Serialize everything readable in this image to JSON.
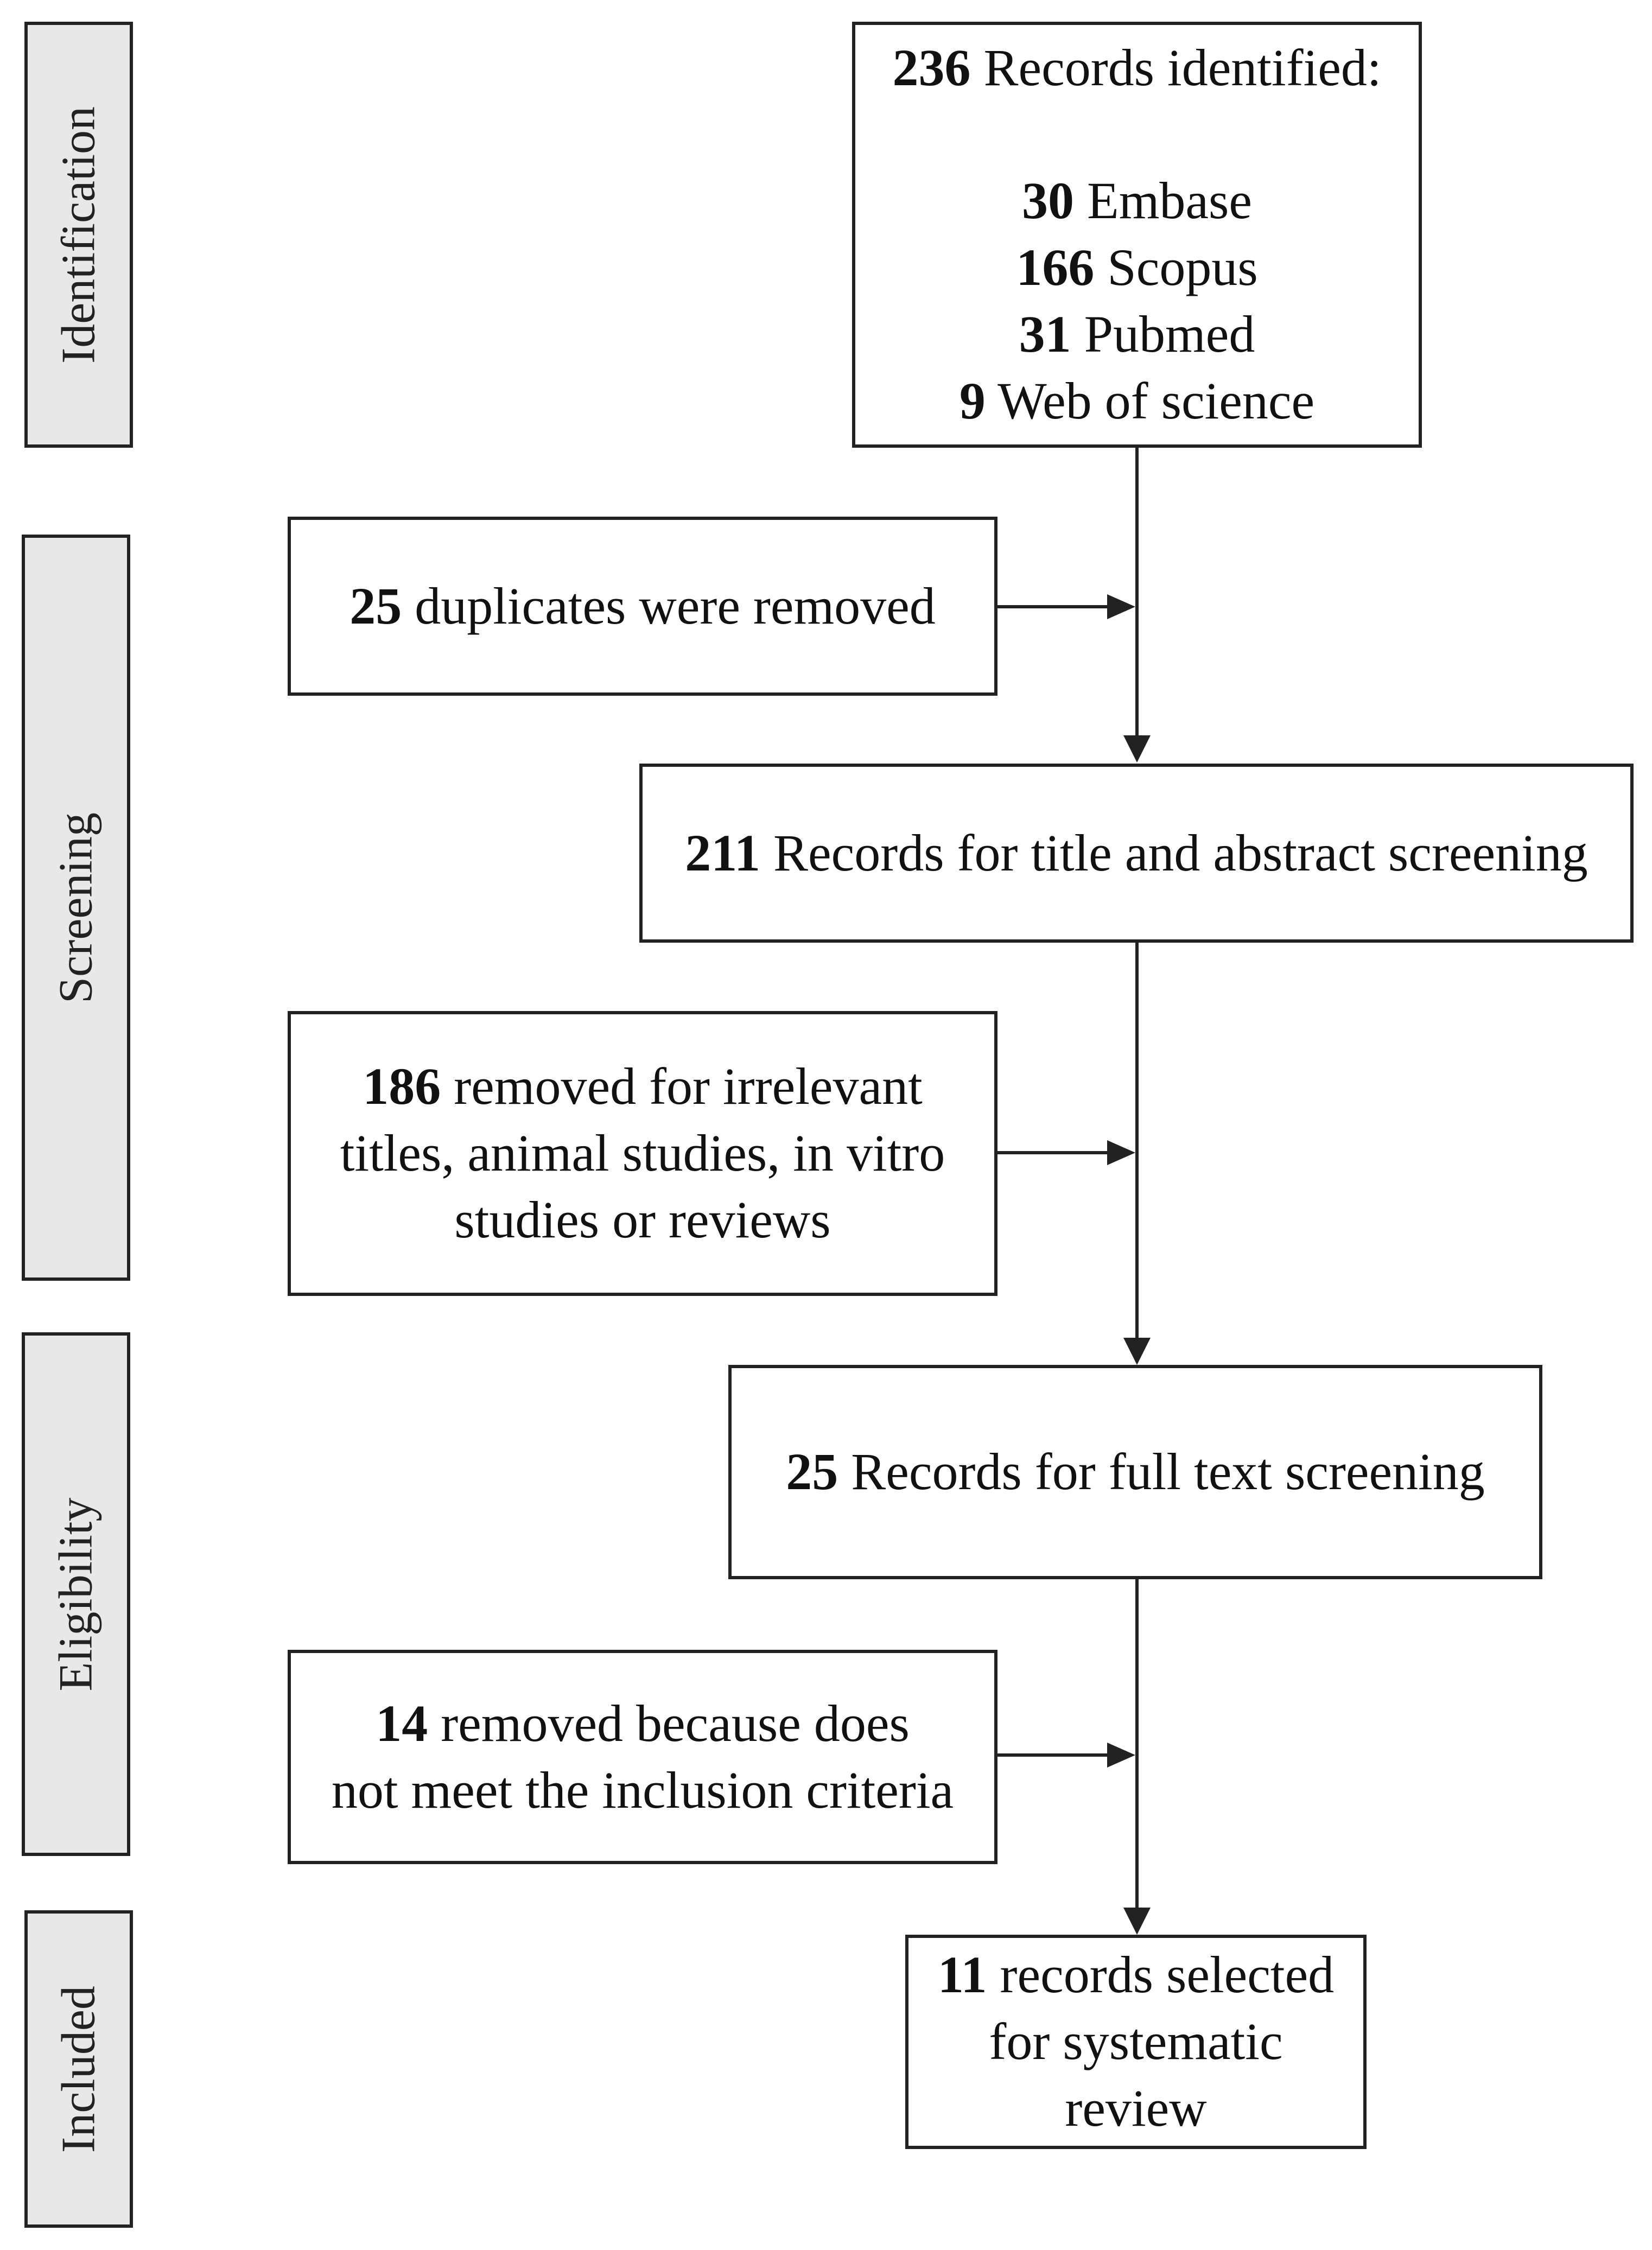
{
  "stages": [
    {
      "id": "identification",
      "label": "Identification"
    },
    {
      "id": "screening",
      "label": "Screening"
    },
    {
      "id": "eligibility",
      "label": "Eligibility"
    },
    {
      "id": "included",
      "label": "Included"
    }
  ],
  "boxes": {
    "identified": {
      "count": "236",
      "text": " Records identified:",
      "sources": [
        {
          "count": "30",
          "name": " Embase"
        },
        {
          "count": "166",
          "name": " Scopus"
        },
        {
          "count": "31",
          "name": " Pubmed"
        },
        {
          "count": "9",
          "name": " Web of science"
        }
      ]
    },
    "duplicates": {
      "count": "25",
      "text": " duplicates were removed"
    },
    "title_abstract": {
      "count": "211",
      "text": " Records for title and abstract screening"
    },
    "removed_irrelevant": {
      "count": "186",
      "line1": " removed for irrelevant",
      "line2": "titles, animal studies, in vitro",
      "line3": "studies or reviews"
    },
    "full_text": {
      "count": "25",
      "text": " Records for full text screening"
    },
    "removed_criteria": {
      "count": "14",
      "line1": " removed because does",
      "line2": "not meet the inclusion criteria"
    },
    "selected": {
      "count": "11",
      "line1": " records selected",
      "line2": "for systematic",
      "line3": "review"
    }
  },
  "colors": {
    "stage_fill": "#e8e8e8",
    "border": "#222222",
    "background": "#ffffff"
  }
}
